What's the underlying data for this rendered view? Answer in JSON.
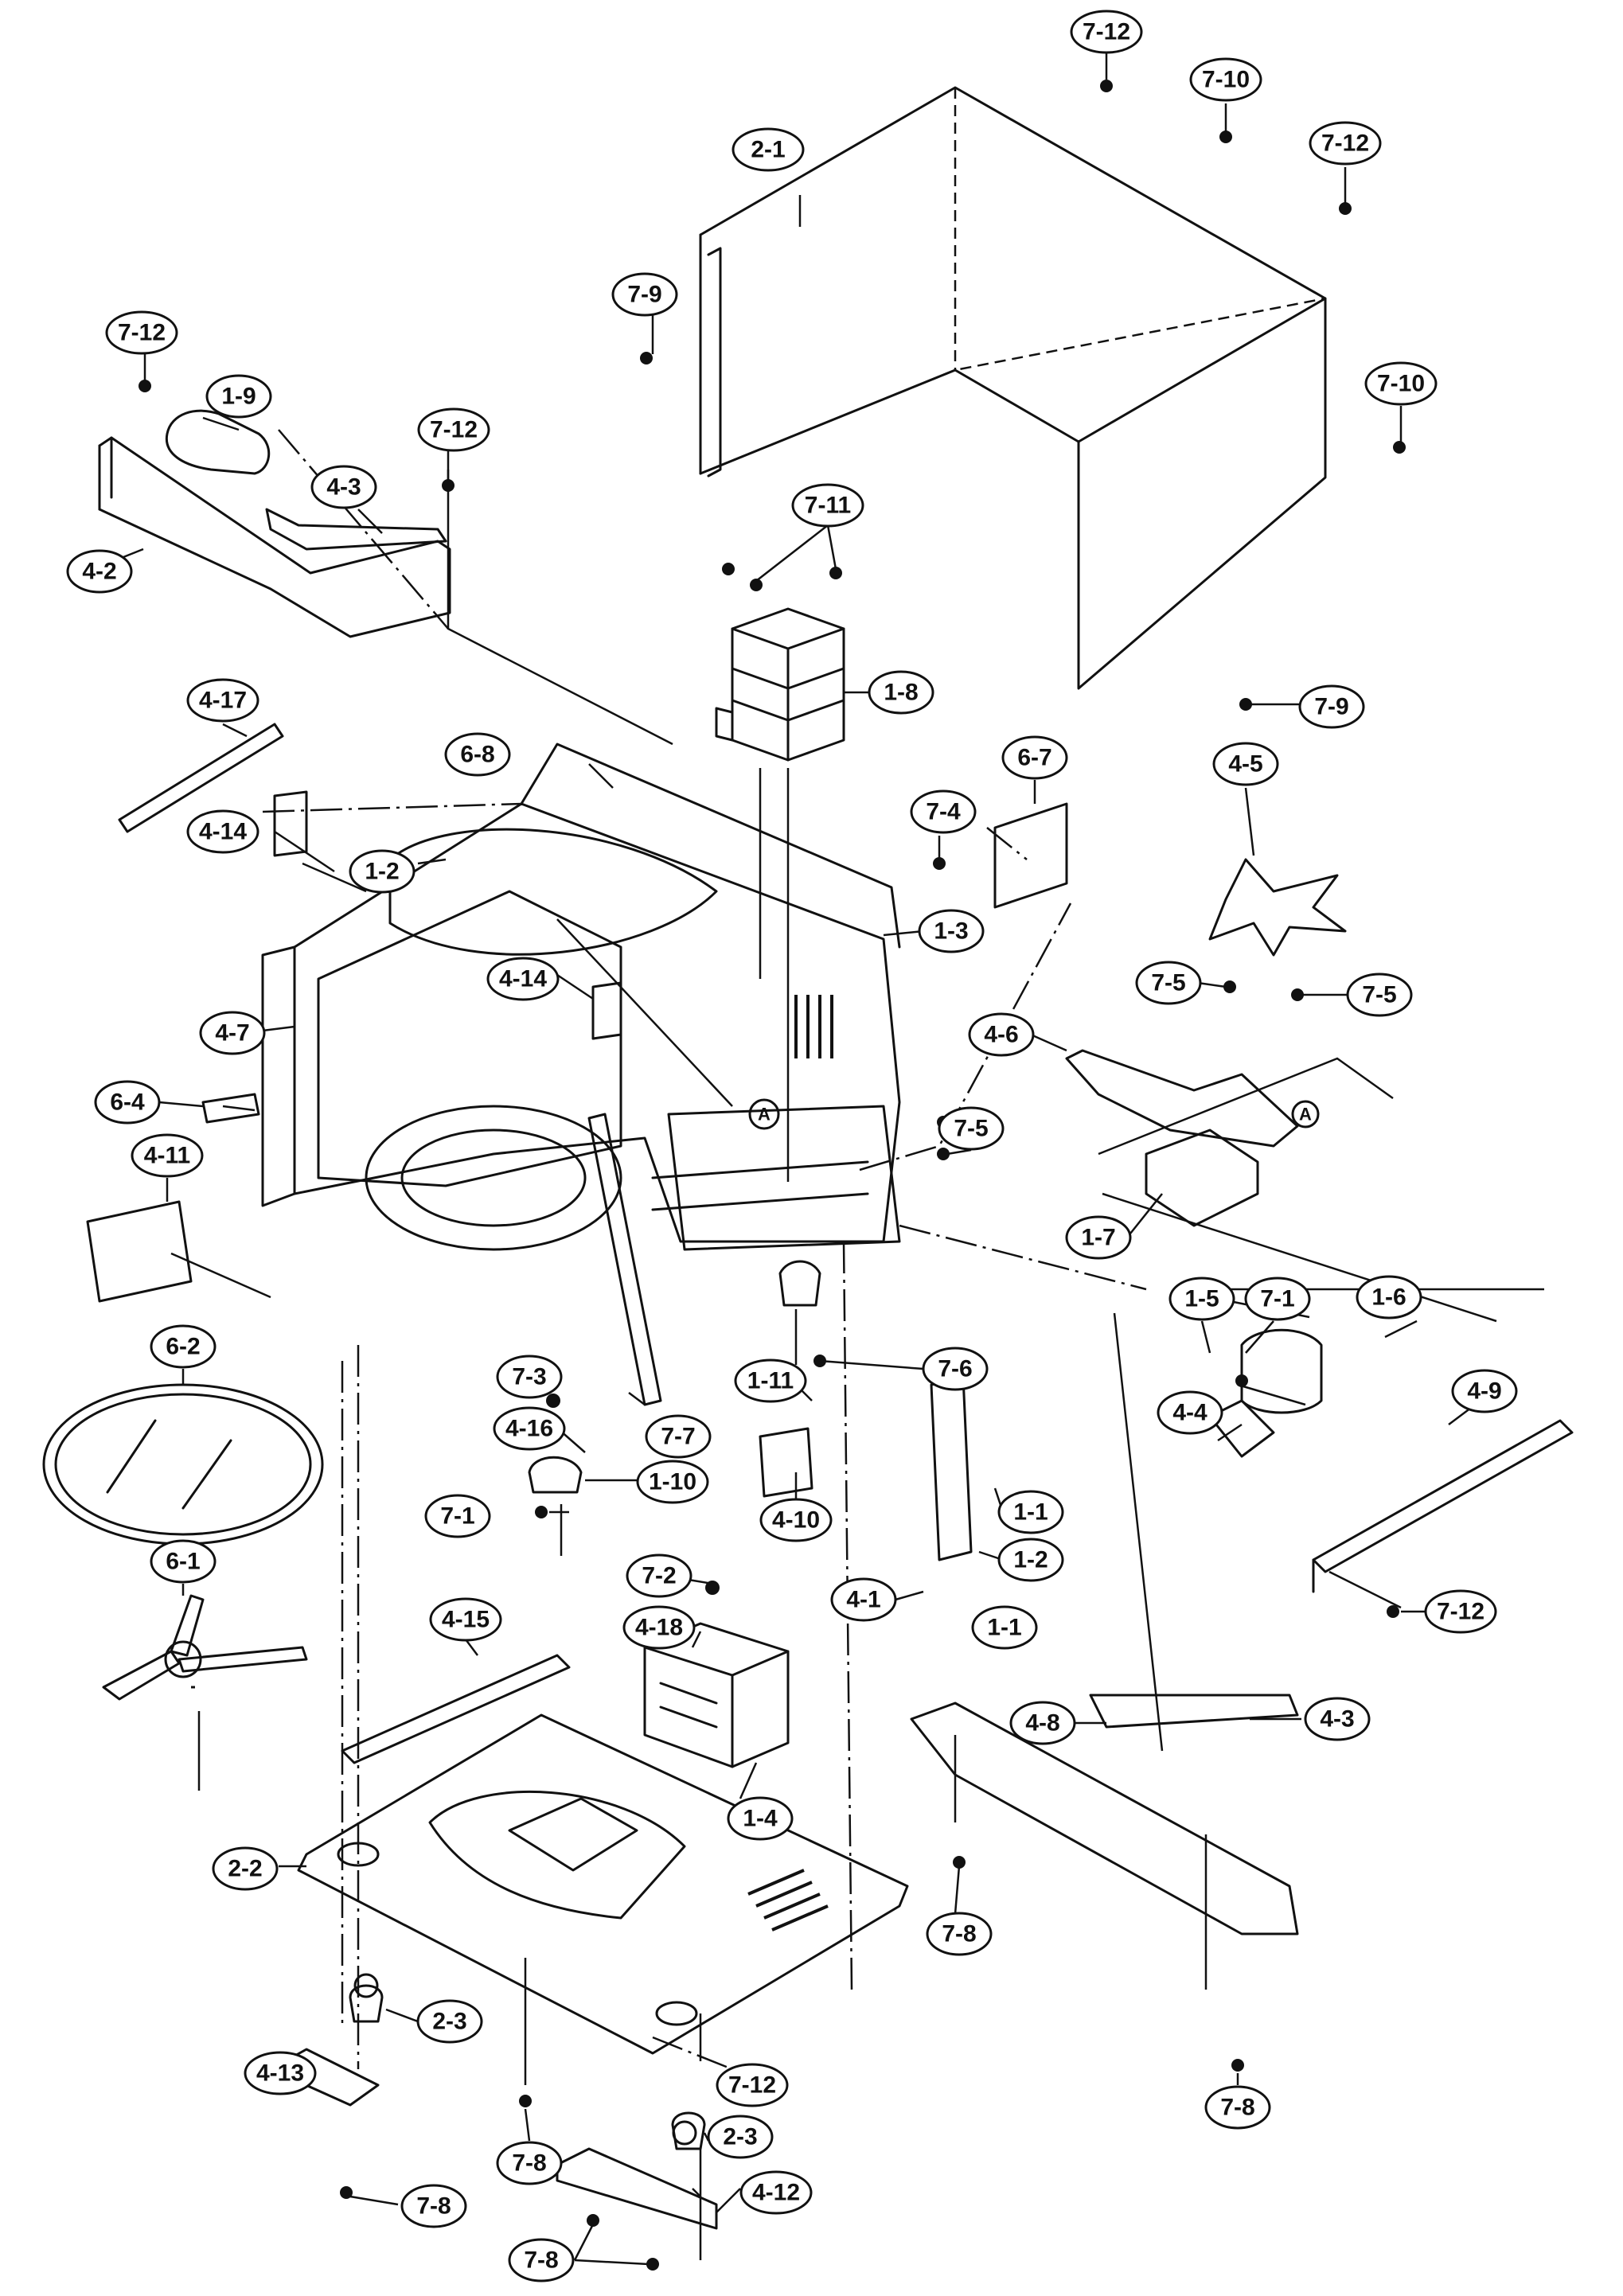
{
  "labels": {
    "c_7_12_a": "7-12",
    "c_7_10_a": "7-10",
    "c_7_12_b": "7-12",
    "c_2_1": "2-1",
    "c_7_9_a": "7-9",
    "c_7_10_b": "7-10",
    "c_7_12_c": "7-12",
    "c_1_9": "1-9",
    "c_7_12_d": "7-12",
    "c_4_3_a": "4-3",
    "c_4_2": "4-2",
    "c_7_11": "7-11",
    "c_1_8": "1-8",
    "c_7_9_b": "7-9",
    "c_4_17": "4-17",
    "c_6_8": "6-8",
    "c_4_14_a": "4-14",
    "c_1_2_a": "1-2",
    "c_7_4": "7-4",
    "c_6_7": "6-7",
    "c_4_5": "4-5",
    "c_1_3": "1-3",
    "c_7_5_a": "7-5",
    "c_4_14_b": "4-14",
    "c_4_6": "4-6",
    "c_7_5_b": "7-5",
    "c_4_7": "4-7",
    "c_6_4": "6-4",
    "c_7_5_c": "7-5",
    "c_4_11": "4-11",
    "c_1_7": "1-7",
    "c_6_2": "6-2",
    "c_1_5": "1-5",
    "c_7_1_a": "7-1",
    "c_1_6": "1-6",
    "c_7_3": "7-3",
    "c_1_11": "1-11",
    "c_7_6": "7-6",
    "c_4_16": "4-16",
    "c_7_7": "7-7",
    "c_4_4": "4-4",
    "c_4_9": "4-9",
    "c_1_10": "1-10",
    "c_7_1_b": "7-1",
    "c_4_10": "4-10",
    "c_1_1_a": "1-1",
    "c_1_2_b": "1-2",
    "c_6_1": "6-1",
    "c_7_2": "7-2",
    "c_4_1": "4-1",
    "c_7_12_e": "7-12",
    "c_4_18": "4-18",
    "c_1_1_b": "1-1",
    "c_4_15": "4-15",
    "c_4_3_b": "4-3",
    "c_4_8": "4-8",
    "c_1_4": "1-4",
    "c_2_2": "2-2",
    "c_7_8_a": "7-8",
    "c_2_3_a": "2-3",
    "c_4_13": "4-13",
    "c_7_8_b": "7-8",
    "c_7_12_f": "7-12",
    "c_7_8_c": "7-8",
    "c_2_3_b": "2-3",
    "c_7_8_d": "7-8",
    "c_4_12": "4-12",
    "c_7_8_e": "7-8",
    "ref_a_1": "A",
    "ref_a_2": "A"
  }
}
